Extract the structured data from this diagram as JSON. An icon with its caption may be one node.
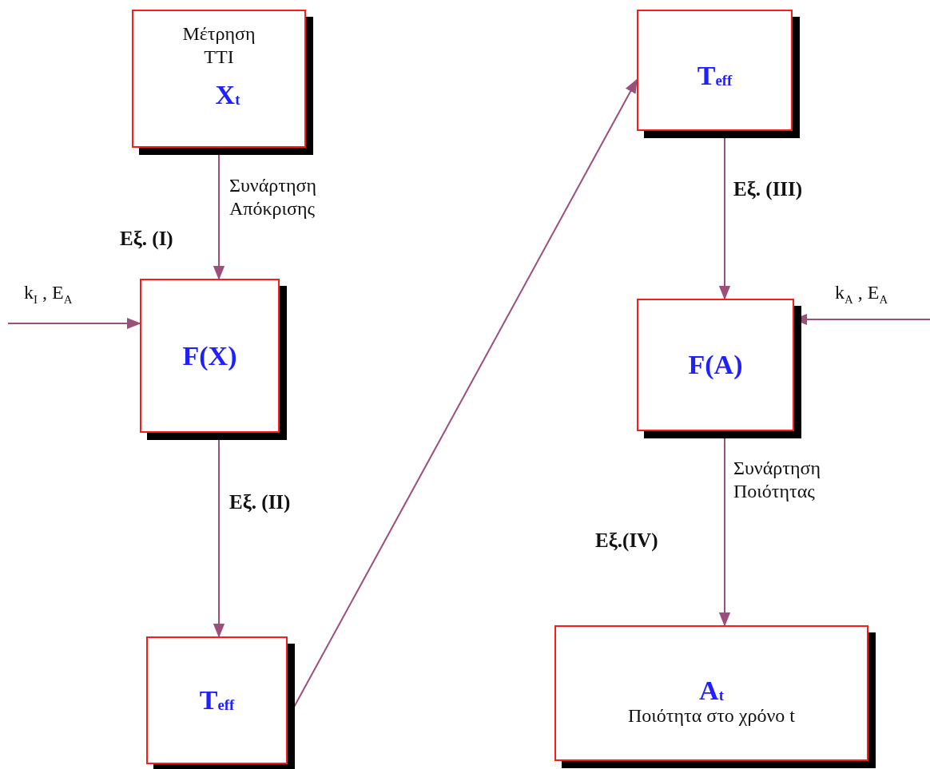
{
  "diagram": {
    "nodes": [
      {
        "text": [
          "Μέτρηση TTI",
          "X$_{t}$"
        ]
      },
      {
        "text": [
          "F(X)"
        ]
      },
      {
        "text": [
          "T$_{eff}$"
        ]
      },
      {
        "text": [
          "T$_{eff}$"
        ]
      },
      {
        "text": [
          "F(A)"
        ]
      },
      {
        "text": [
          "A$_{t}$",
          "Ποιότητα στο χρόνο t"
        ]
      }
    ],
    "edges": [
      {
        "from": 0,
        "to": 1,
        "arrow": "to",
        "label": "Συνάρτηση Απόκρισης"
      },
      {
        "from": null,
        "to": 1,
        "arrow": "to",
        "label": "k$_{I}$ , E$_{A}$"
      },
      {
        "from": 1,
        "to": 2,
        "arrow": "to",
        "label": "Εξ. (II)"
      },
      {
        "from": 2,
        "to": 3,
        "arrow": "to"
      },
      {
        "from": 3,
        "to": 4,
        "arrow": "to",
        "label": "Εξ. (III)"
      },
      {
        "from": null,
        "to": 4,
        "arrow": "to",
        "label": "k$_{A}$ , E$_{A}$"
      },
      {
        "from": 4,
        "to": 5,
        "arrow": "to",
        "label": "Συνάρτηση Ποιότητας"
      }
    ],
    "labels": [
      "Εξ. (I)",
      "Εξ.(IV)"
    ]
  }
}
